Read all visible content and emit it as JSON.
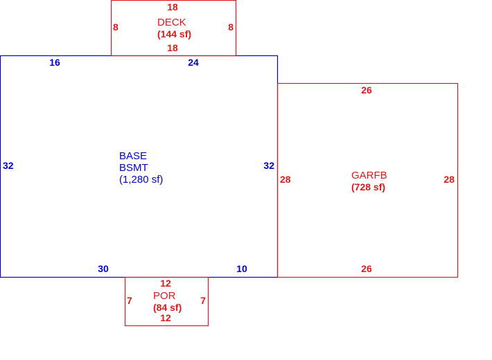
{
  "colors": {
    "main": "#0000c8",
    "addon": "#d81a1a"
  },
  "areas": {
    "base": {
      "label_1": "BASE",
      "label_2": "BSMT",
      "sqft": "(1,280 sf)",
      "color": "#0000c8",
      "dims": {
        "top_left": "16",
        "top_right": "24",
        "left": "32",
        "right": "32",
        "bottom_left": "30",
        "bottom_right": "10"
      }
    },
    "deck": {
      "label": "DECK",
      "sqft": "(144 sf)",
      "color": "#d81a1a",
      "dims": {
        "top": "18",
        "bottom": "18",
        "left": "8",
        "right": "8"
      }
    },
    "garage": {
      "label": "GARFB",
      "sqft": "(728 sf)",
      "color": "#d81a1a",
      "dims": {
        "top": "26",
        "bottom": "26",
        "left": "28",
        "right": "28"
      }
    },
    "porch": {
      "label": "POR",
      "sqft": "(84 sf)",
      "color": "#d81a1a",
      "dims": {
        "top": "12",
        "bottom": "12",
        "left": "7",
        "right": "7"
      }
    }
  }
}
